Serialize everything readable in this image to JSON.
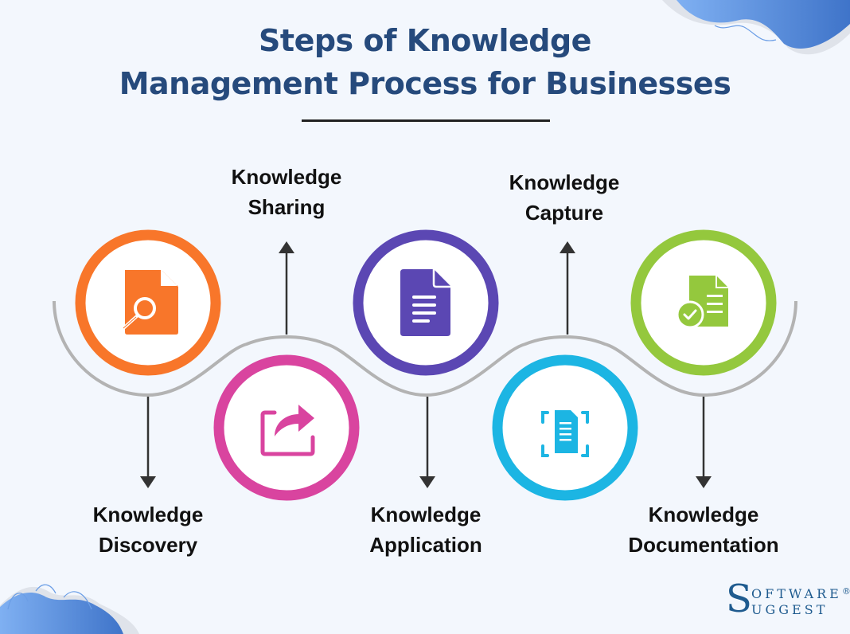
{
  "title": {
    "line1": "Steps of Knowledge",
    "line2": "Management Process for Businesses"
  },
  "steps": [
    {
      "label_line1": "Knowledge",
      "label_line2": "Discovery",
      "color": "#f8762a",
      "icon": "document-search-icon",
      "position": "top",
      "arrow": "down"
    },
    {
      "label_line1": "Knowledge",
      "label_line2": "Sharing",
      "color": "#d9449f",
      "icon": "share-icon",
      "position": "bottom",
      "arrow": "up"
    },
    {
      "label_line1": "Knowledge",
      "label_line2": "Application",
      "color": "#5b47b3",
      "icon": "document-icon",
      "position": "top",
      "arrow": "down"
    },
    {
      "label_line1": "Knowledge",
      "label_line2": "Capture",
      "color": "#1cb5e3",
      "icon": "document-scan-icon",
      "position": "bottom",
      "arrow": "up"
    },
    {
      "label_line1": "Knowledge",
      "label_line2": "Documentation",
      "color": "#94c83d",
      "icon": "document-verified-icon",
      "position": "top",
      "arrow": "down"
    }
  ],
  "colors": {
    "title": "#264a7c",
    "background": "#f3f7fd",
    "connector": "#b3b3b3",
    "arrow": "#333333",
    "blob": "#4f86dc"
  },
  "logo": {
    "initial": "S",
    "line1": "OFTWARE",
    "line2": "UGGEST",
    "registered": "®"
  }
}
